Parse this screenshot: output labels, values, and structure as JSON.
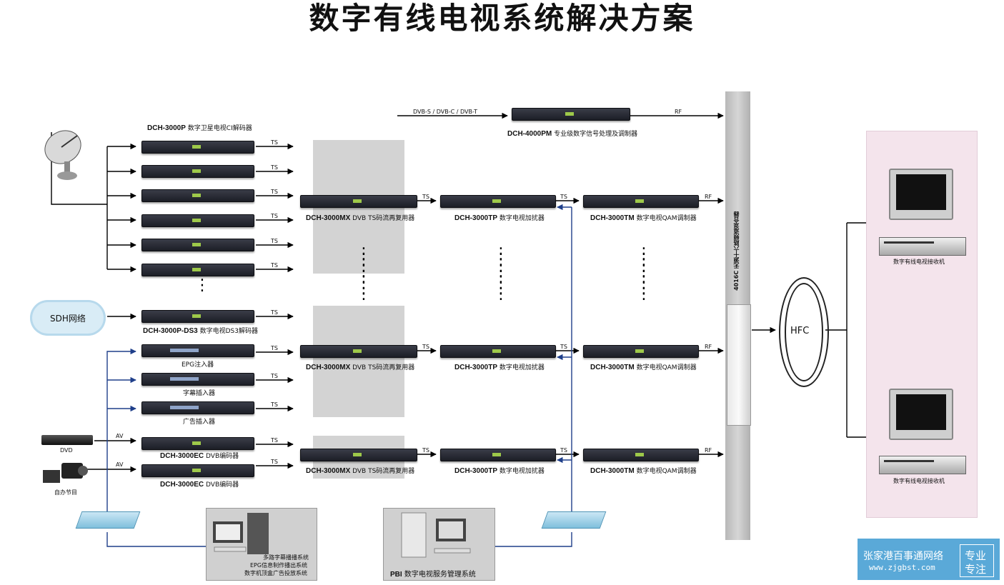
{
  "title": "数字有线电视系统解决方案",
  "colors": {
    "background": "#ffffff",
    "blue_line": "#1f3f8a",
    "mixer_bar": "#c0c0c0",
    "user_panel": "#f4e4ec",
    "watermark": "#5aa9d8"
  },
  "top": {
    "input_label": "DVB-S / DVB-C / DVB-T",
    "output_label": "RF",
    "device_model": "DCH-4000PM",
    "device_name": "专业级数字信号处理及调制器"
  },
  "decoder_group": {
    "model": "DCH-3000P",
    "name": "数字卫星电视CI解码器"
  },
  "ts": "TS",
  "rf": "RF",
  "av": "AV",
  "mux": {
    "model": "DCH-3000MX",
    "name": "DVB TS码流再复用器"
  },
  "scrambler": {
    "model": "DCH-3000TP",
    "name": "数字电视加扰器"
  },
  "modulator": {
    "model": "DCH-3000TM",
    "name": "数字电视QAM调制器"
  },
  "ds3": {
    "model": "DCH-3000P-DS3",
    "name": "数字电视DS3解码器"
  },
  "sdh": "SDH网络",
  "epg": "EPG注入器",
  "subtitle_inserter": "字幕插入器",
  "ad_inserter": "广告插入器",
  "encoder": {
    "model": "DCH-3000EC",
    "name": "DVB编码器"
  },
  "dvd": "DVD",
  "own_program": "自办节目",
  "mixer": "4016C 无源十六路频道混合器",
  "hfc": "HFC",
  "receiver": "数字有线电视接收机",
  "systems": [
    "多路字幕播播系统",
    "EPG信息制作播出系统",
    "数字机顶盒广告投放系统"
  ],
  "pbi": {
    "model": "PBI",
    "name": "数字电视服务管理系统"
  },
  "watermark": {
    "name": "张家港百事通网络",
    "url": "www.zjgbst.com",
    "tag1": "专业",
    "tag2": "专注"
  }
}
